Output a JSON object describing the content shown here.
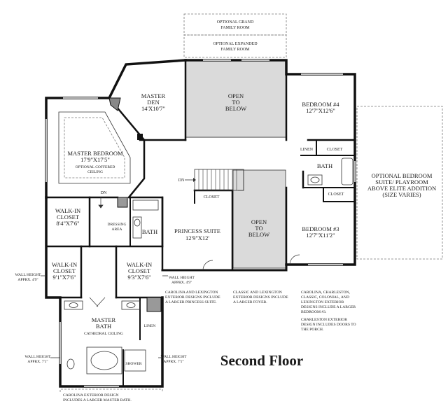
{
  "plan_title": "Second Floor",
  "rooms": {
    "grand": {
      "line1": "OPTIONAL GRAND",
      "line2": "FAMILY ROOM"
    },
    "expanded": {
      "line1": "OPTIONAL EXPANDED",
      "line2": "FAMILY ROOM"
    },
    "master_den": {
      "line1": "MASTER",
      "line2": "DEN",
      "dims": "14'X10'7\""
    },
    "open_top": {
      "line1": "OPEN",
      "line2": "TO",
      "line3": "BELOW"
    },
    "bedroom4": {
      "name": "BEDROOM #4",
      "dims": "12'7\"X12'6\""
    },
    "master_bedroom": {
      "name": "MASTER BEDROOM",
      "dims": "17'9\"X17'5\"",
      "note1": "OPTIONAL COFFERED",
      "note2": "CEILING"
    },
    "linen_top": "LINEN",
    "closet_b4": "CLOSET",
    "bath_right": "BATH",
    "closet_b3": "CLOSET",
    "optional_suite": {
      "line1": "OPTIONAL BEDROOM",
      "line2": "SUITE/ PLAYROOM",
      "line3": "ABOVE ELITE ADDITION",
      "line4": "(SIZE VARIES)"
    },
    "dn_stairs": "DN",
    "dn_master": "DN",
    "walk_in_top": {
      "line1": "WALK-IN",
      "line2": "CLOSET",
      "dims": "8'4\"X7'6\""
    },
    "dressing": {
      "line1": "DRESSING",
      "line2": "AREA"
    },
    "bath_master_small": "BATH",
    "princess_closet": "CLOSET",
    "princess_suite": {
      "name": "PRINCESS SUITE",
      "dims": "12'9\"X12'"
    },
    "open_mid": {
      "line1": "OPEN",
      "line2": "TO",
      "line3": "BELOW"
    },
    "bedroom3": {
      "name": "BEDROOM #3",
      "dims": "12'7\"X11'2\""
    },
    "walk_in_left": {
      "line1": "WALK-IN",
      "line2": "CLOSET",
      "dims": "9'1\"X7'6\""
    },
    "walk_in_right": {
      "line1": "WALK-IN",
      "line2": "CLOSET",
      "dims": "9'3\"X7'6\""
    },
    "master_bath": {
      "line1": "MASTER",
      "line2": "BATH",
      "note": "CATHEDRAL CEILING"
    },
    "linen_bottom": "LINEN",
    "shower": "SHOWER"
  },
  "wall_heights": {
    "left": {
      "line1": "WALL HEIGHT",
      "line2": "APPRX. 4'9\""
    },
    "mid": {
      "line1": "WALL HEIGHT",
      "line2": "APPRX. 4'9\""
    },
    "bottom_left": {
      "line1": "WALL HEIGHT",
      "line2": "APPRX. 7'1\""
    },
    "bottom_right": {
      "line1": "WALL HEIGHT",
      "line2": "APPRX. 7'1\""
    }
  },
  "notes": {
    "carolina_lexington": [
      "CAROLINA AND LEXINGTON",
      "EXTERIOR DESIGNS INCLUDE",
      "A LARGER PRINCESS SUITE."
    ],
    "classic_lexington": [
      "CLASSIC AND LEXINGTON",
      "EXTERIOR DESIGNS INCLUDE",
      "A LARGER FOYER."
    ],
    "carolina_charleston": [
      "CAROLINA, CHARLESTON,",
      "CLASSIC, COLONIAL, AND",
      "LEXINGTON EXTERIOR",
      "DESIGNS INCLUDE A LARGER",
      "BEDROOM #3."
    ],
    "charleston": [
      "CHARLESTON EXTERIOR",
      "DESIGN INCLUDES DOORS TO",
      "THE PORCH."
    ],
    "carolina_master_bath": [
      "CAROLINA EXTERIOR DESIGN",
      "INCLUDES A LARGER MASTER BATH."
    ]
  }
}
